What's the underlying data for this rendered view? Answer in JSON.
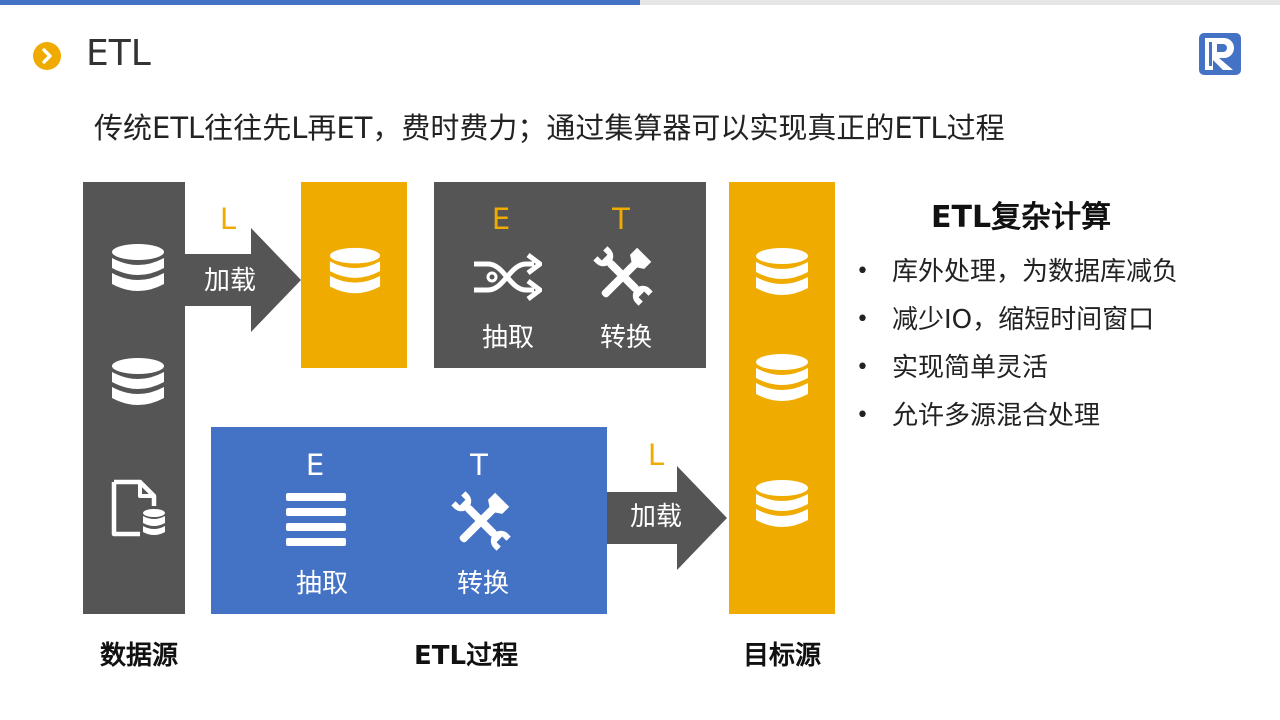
{
  "header": {
    "title": "ETL",
    "subtitle": "传统ETL往往先L再ET，费时费力；通过集算器可以实现真正的ETL过程"
  },
  "colors": {
    "accent_blue": "#4472c4",
    "accent_orange": "#f0ab00",
    "dark_gray": "#555555"
  },
  "icons": {
    "title_bullet": "chevron-right-icon",
    "logo": "r-logo-icon",
    "database": "database-icon",
    "file_db": "file-database-icon",
    "list": "list-icon",
    "shuffle": "shuffle-icon",
    "tools": "tools-icon"
  },
  "diagram": {
    "top_flow": {
      "load_letter": "L",
      "load_label": "加载",
      "extract_letter": "E",
      "extract_label": "抽取",
      "transform_letter": "T",
      "transform_label": "转换"
    },
    "bottom_flow": {
      "extract_letter": "E",
      "extract_label": "抽取",
      "transform_letter": "T",
      "transform_label": "转换",
      "load_letter": "L",
      "load_label": "加载"
    },
    "captions": {
      "source": "数据源",
      "process": "ETL过程",
      "target": "目标源"
    }
  },
  "panel": {
    "heading": "ETL复杂计算",
    "items": [
      "库外处理，为数据库减负",
      "减少IO，缩短时间窗口",
      "实现简单灵活",
      "允许多源混合处理"
    ]
  }
}
